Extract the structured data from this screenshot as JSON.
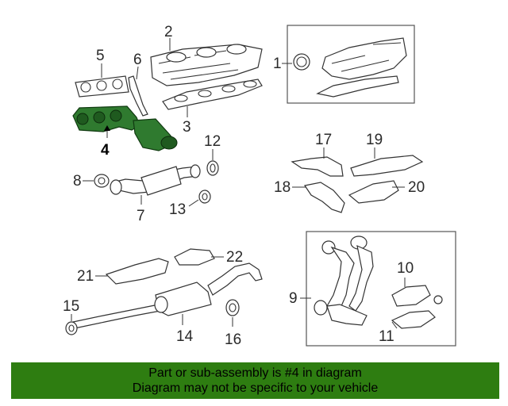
{
  "callouts": {
    "n1": "1",
    "n2": "2",
    "n3": "3",
    "n4": "4",
    "n5": "5",
    "n6": "6",
    "n7": "7",
    "n8": "8",
    "n9": "9",
    "n10": "10",
    "n11": "11",
    "n12": "12",
    "n13": "13",
    "n14": "14",
    "n15": "15",
    "n16": "16",
    "n17": "17",
    "n18": "18",
    "n19": "19",
    "n20": "20",
    "n21": "21",
    "n22": "22"
  },
  "highlighted_part": "4",
  "colors": {
    "highlight": "#2f7a2f",
    "banner": "#2e7d11"
  },
  "banner": {
    "line1": "Part or sub-assembly is #4 in diagram",
    "line2": "Diagram may not be specific to your vehicle"
  }
}
